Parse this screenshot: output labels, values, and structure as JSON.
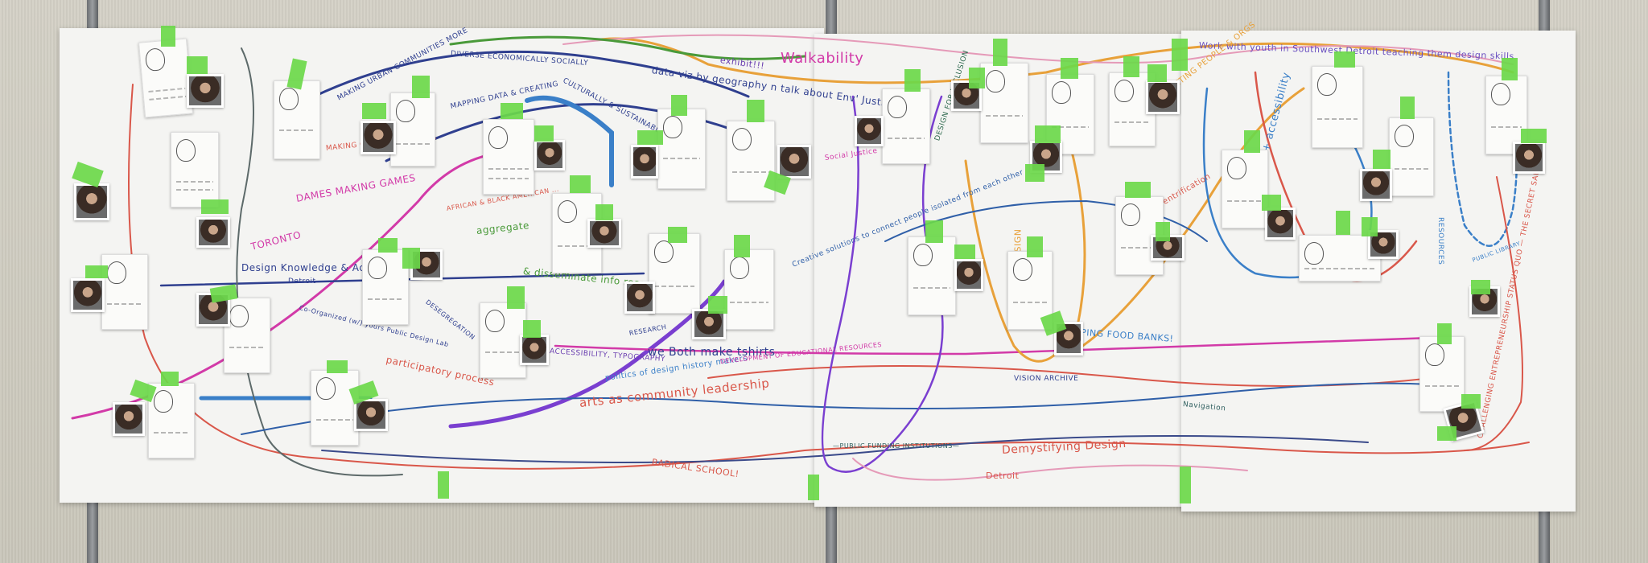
{
  "scene": {
    "description": "Paper wall map with participant cards, photos, green tape, and colored marker connection lines",
    "colors": {
      "wall": "#cdcabf",
      "paper": "#f4f4f2",
      "tape": "#6bd84a",
      "navy": "#2f3f8f",
      "blue": "#3a7fc8",
      "purple": "#7a3fd0",
      "magenta": "#d23aa8",
      "red": "#d9574a",
      "orange": "#e8a13a",
      "green": "#4a9a3a",
      "pink": "#e59ab8",
      "gray": "#5d6a6a"
    }
  },
  "labels": [
    {
      "id": "making-urban",
      "text": "MAKING URBAN COMMUNITIES MORE",
      "color": "#2f3f8f"
    },
    {
      "id": "diverse",
      "text": "DIVERSE ECONOMICALLY SOCIALLY",
      "color": "#2f3f8f"
    },
    {
      "id": "culturally",
      "text": "CULTURALLY & SUSTAINABLY",
      "color": "#2f3f8f"
    },
    {
      "id": "mapping-data",
      "text": "MAPPING DATA & CREATING",
      "color": "#2f3f8f"
    },
    {
      "id": "data-viz",
      "text": "data viz by geography n talk about Env' Justice",
      "color": "#2f3f8f"
    },
    {
      "id": "exhibit",
      "text": "exhibit!!!",
      "color": "#6a3fb0"
    },
    {
      "id": "walkability",
      "text": "Walkability",
      "color": "#d23aa8"
    },
    {
      "id": "design-for-inclusion",
      "text": "DESIGN FOR INCLUSION",
      "color": "#2f6a4f"
    },
    {
      "id": "work-with-youth",
      "text": "Work with youth in Southwest Detroit teaching them design skills",
      "color": "#6a4fc0"
    },
    {
      "id": "connecting-people",
      "text": "CONNECTING PEOPLE & ORGS",
      "color": "#e8a13a"
    },
    {
      "id": "design-accessibility",
      "text": "design + accessibility",
      "color": "#3a7fc8"
    },
    {
      "id": "making-connections",
      "text": "MAKING CONNECTIONS & ...",
      "color": "#d9574a"
    },
    {
      "id": "dames-making-games",
      "text": "DAMES MAKING GAMES",
      "color": "#d23aa8"
    },
    {
      "id": "toronto",
      "text": "TORONTO",
      "color": "#d23aa8"
    },
    {
      "id": "design-knowledge",
      "text": "Design Knowledge & Access",
      "color": "#2f3f8f"
    },
    {
      "id": "detroit-small",
      "text": "Detroit",
      "color": "#2f3f8f"
    },
    {
      "id": "african-black",
      "text": "AFRICAN & BLACK AMERICAN ...",
      "color": "#d9574a"
    },
    {
      "id": "aggregate",
      "text": "aggregate",
      "color": "#4a9a3a"
    },
    {
      "id": "disseminate",
      "text": "& disseminate info resources",
      "color": "#4a9a3a"
    },
    {
      "id": "co-organized",
      "text": "Co-Organized (w/) yours Public Design Lab",
      "color": "#2f3f8f"
    },
    {
      "id": "desegregation",
      "text": "DESEGREGATION",
      "color": "#2f3f8f"
    },
    {
      "id": "participatory",
      "text": "participatory process",
      "color": "#d9574a"
    },
    {
      "id": "accessibility-typography",
      "text": "ACCESSIBILITY, TYPOGRAPHY",
      "color": "#6a3fb0"
    },
    {
      "id": "research",
      "text": "RESEARCH",
      "color": "#2f3f8f"
    },
    {
      "id": "we-both-make",
      "text": "we Both make tshirts",
      "color": "#2f3f8f"
    },
    {
      "id": "politics-design",
      "text": "politics of design history makers",
      "color": "#3a7fc8"
    },
    {
      "id": "development-educational",
      "text": "DEVELOPMENT OF EDUCATIONAL RESOURCES",
      "color": "#d23aa8"
    },
    {
      "id": "arts-community",
      "text": "arts as community leadership",
      "color": "#d9574a"
    },
    {
      "id": "radical-school",
      "text": "RADICAL SCHOOL!",
      "color": "#d9574a"
    },
    {
      "id": "social-justice",
      "text": "Social Justice",
      "color": "#d23aa8"
    },
    {
      "id": "creative-solutions",
      "text": "Creative solutions to connect people isolated from each other",
      "color": "#2f5fa8"
    },
    {
      "id": "graphic-design",
      "text": "GRAPHIC DESIGN",
      "color": "#e8a13a"
    },
    {
      "id": "gentrification",
      "text": "gentrification",
      "color": "#d9574a"
    },
    {
      "id": "vision-archive",
      "text": "VISION ARCHIVE",
      "color": "#2f3f8f"
    },
    {
      "id": "mapping-food-banks",
      "text": "MAPPING FOOD BANKS!",
      "color": "#3a7fc8"
    },
    {
      "id": "navigation",
      "text": "Navigation",
      "color": "#2f5f5f"
    },
    {
      "id": "public-funding",
      "text": "—PUBLIC FUNDING INSTITUTIONS—",
      "color": "#2f5f5f"
    },
    {
      "id": "demystifying-design",
      "text": "Demystifying Design",
      "color": "#d9574a"
    },
    {
      "id": "detroit-bottom",
      "text": "Detroit",
      "color": "#d9574a"
    },
    {
      "id": "resources",
      "text": "RESOURCES",
      "color": "#3a7fc8"
    },
    {
      "id": "public-library",
      "text": "PUBLIC LIBRARY",
      "color": "#3a7fc8"
    },
    {
      "id": "entrepreneurship",
      "text": "CHALLENGING ENTREPRENEURSHIP STATUS QUO — THE SECRET SAUCE",
      "color": "#d9574a"
    }
  ]
}
